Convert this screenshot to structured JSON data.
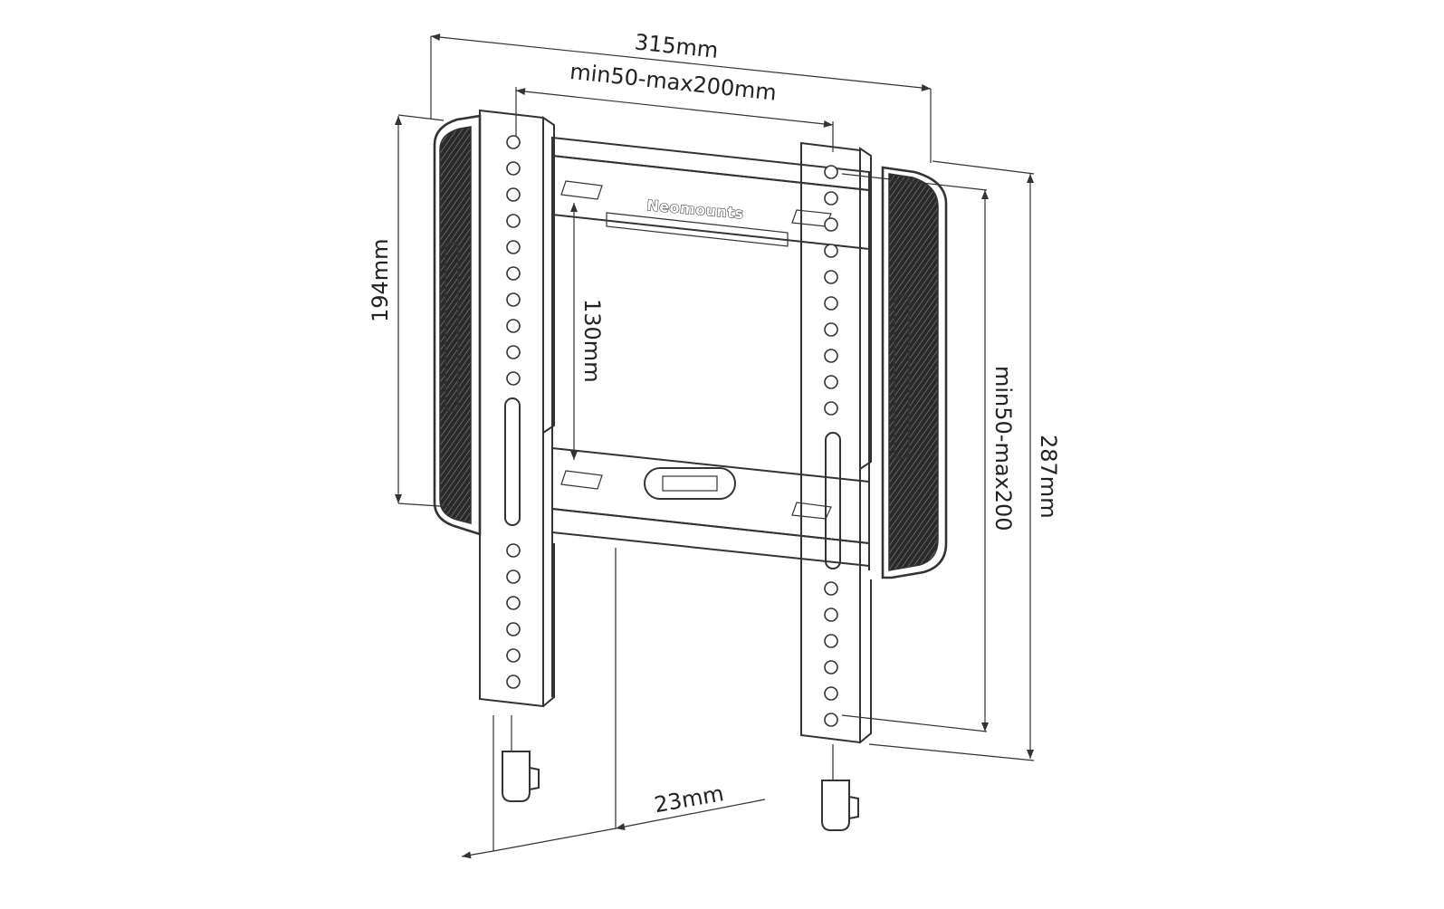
{
  "dimensions": {
    "overall_width": "315mm",
    "vesa_horizontal": "min50-max200mm",
    "pad_height": "194mm",
    "frame_height": "130mm",
    "vesa_vertical": "min50-max200",
    "overall_height": "287mm",
    "wall_distance": "23mm"
  },
  "brand": {
    "logo_text": "Neomounts"
  },
  "colors": {
    "stroke": "#333333",
    "fill": "#ffffff",
    "pad_hatch": "#444444"
  }
}
